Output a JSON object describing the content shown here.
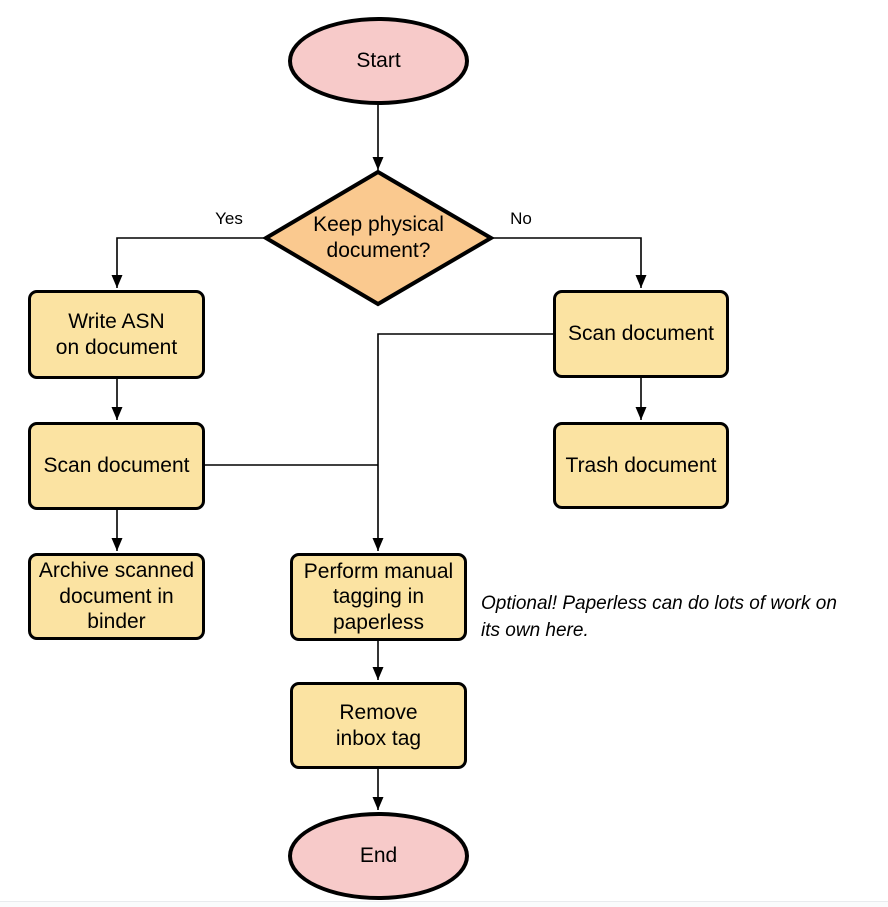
{
  "diagram": {
    "type": "flowchart",
    "nodes": {
      "start": "Start",
      "decision": "Keep physical\ndocument?",
      "write_asn": "Write ASN\non document",
      "scan_left": "Scan document",
      "archive": "Archive scanned\ndocument in\nbinder",
      "scan_right": "Scan document",
      "trash": "Trash document",
      "perform_tagging": "Perform manual\ntagging in\npaperless",
      "remove_inbox": "Remove\ninbox tag",
      "end": "End"
    },
    "edge_labels": {
      "yes": "Yes",
      "no": "No"
    },
    "annotation": "Optional! Paperless can do lots of work on\nits own here.",
    "colors": {
      "terminator_fill": "#F7CAC9",
      "decision_fill": "#FAC98F",
      "process_fill": "#FBE3A2",
      "stroke": "#000000",
      "line": "#000000"
    }
  }
}
